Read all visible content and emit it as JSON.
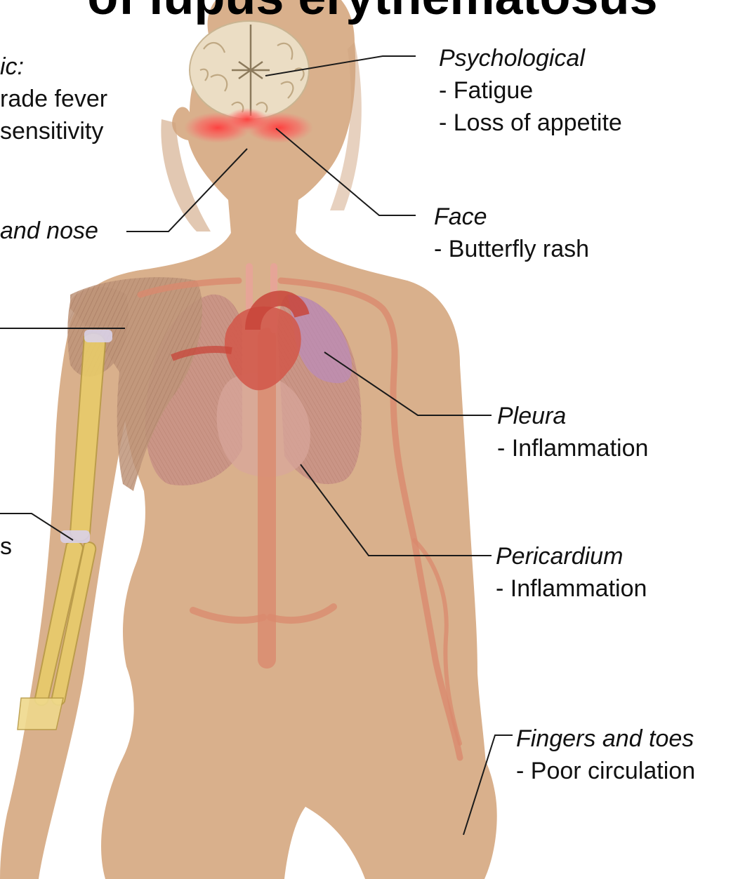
{
  "diagram": {
    "title": "of lupus erythematosus",
    "colors": {
      "skin": "#D9B08C",
      "skin_shadow": "#CFA47F",
      "artery": "#D98A6E",
      "artery_dark": "#C8705A",
      "heart": "#D25A4C",
      "rash": "#FF4A4A",
      "lung": "#C9857F",
      "lung_purple": "#B98BC0",
      "muscle": "#B88E72",
      "bone": "#E8CB6A",
      "brain": "#EBDDC4",
      "leader_line": "#1A1A1A",
      "text": "#111111"
    },
    "labels": [
      {
        "id": "general",
        "heading": "ic:",
        "items": [
          "rade fever",
          "sensitivity"
        ]
      },
      {
        "id": "mouth-nose",
        "heading": "and nose",
        "items": []
      },
      {
        "id": "elbow",
        "heading": "",
        "items": [
          "s"
        ]
      },
      {
        "id": "psychological",
        "heading": "Psychological",
        "items": [
          "- Fatigue",
          "- Loss of appetite"
        ]
      },
      {
        "id": "face",
        "heading": "Face",
        "items": [
          "- Butterfly rash"
        ]
      },
      {
        "id": "pleura",
        "heading": "Pleura",
        "items": [
          "- Inflammation"
        ]
      },
      {
        "id": "pericardium",
        "heading": "Pericardium",
        "items": [
          "- Inflammation"
        ]
      },
      {
        "id": "fingers-toes",
        "heading": "Fingers and toes",
        "items": [
          "- Poor circulation"
        ]
      }
    ]
  }
}
